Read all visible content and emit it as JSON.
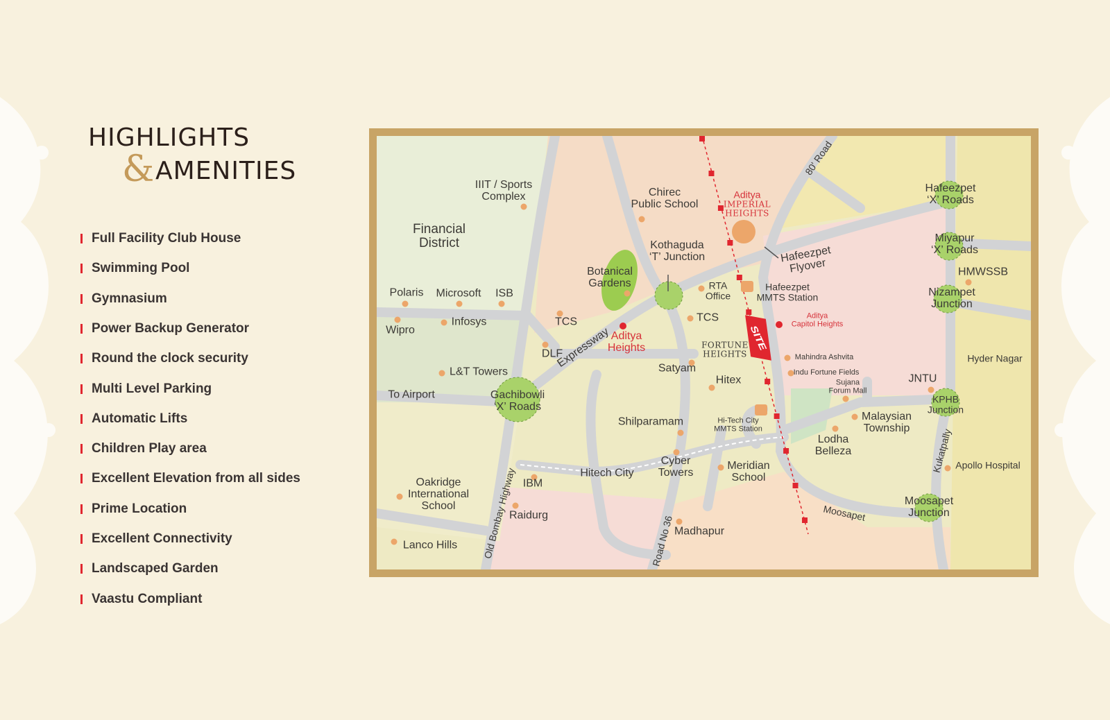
{
  "heading": {
    "line1": "HIGHLIGHTS",
    "ampersand": "&",
    "line2": "AMENITIES"
  },
  "highlights": [
    "Full Facility Club House",
    "Swimming Pool",
    "Gymnasium",
    "Power Backup Generator",
    "Round the clock security",
    "Multi Level Parking",
    "Automatic Lifts",
    "Children Play area",
    "Excellent Elevation from all sides",
    "Prime Location",
    "Excellent Connectivity",
    "Landscaped Garden",
    "Vaastu Compliant"
  ],
  "colors": {
    "accent_red": "#e0262f",
    "gold": "#c8a466",
    "background": "#f8f1de",
    "road": "#d2d3d5",
    "junction": "#a9d26a",
    "poi": "#eca66a"
  },
  "map": {
    "site_badge": "SITE",
    "labels": [
      {
        "text": "Financial\nDistrict",
        "kind": "area"
      },
      {
        "text": "IIIT / Sports\nComplex",
        "kind": "place"
      },
      {
        "text": "Chirec\nPublic School",
        "kind": "place"
      },
      {
        "text": "Aditya",
        "kind": "project"
      },
      {
        "text": "IMPERIAL\nHEIGHTS",
        "kind": "project-logo"
      },
      {
        "text": "Kothaguda\n‘T’ Junction",
        "kind": "junction"
      },
      {
        "text": "Hafeezpet\nFlyover",
        "kind": "road"
      },
      {
        "text": "80' Road",
        "kind": "road"
      },
      {
        "text": "Hafeezpet\n‘X’ Roads",
        "kind": "junction"
      },
      {
        "text": "Miyapur\n‘X’ Roads",
        "kind": "junction"
      },
      {
        "text": "HMWSSB",
        "kind": "place"
      },
      {
        "text": "Nizampet\nJunction",
        "kind": "junction"
      },
      {
        "text": "Hyder Nagar",
        "kind": "area"
      },
      {
        "text": "Botanical\nGardens",
        "kind": "place"
      },
      {
        "text": "RTA\nOffice",
        "kind": "place"
      },
      {
        "text": "Hafeezpet\nMMTS Station",
        "kind": "station"
      },
      {
        "text": "Aditya\nCapitol Heights",
        "kind": "project"
      },
      {
        "text": "Polaris",
        "kind": "place"
      },
      {
        "text": "Microsoft",
        "kind": "place"
      },
      {
        "text": "ISB",
        "kind": "place"
      },
      {
        "text": "Wipro",
        "kind": "place"
      },
      {
        "text": "Infosys",
        "kind": "place"
      },
      {
        "text": "TCS",
        "kind": "place"
      },
      {
        "text": "DLF",
        "kind": "place"
      },
      {
        "text": "Expressway",
        "kind": "road"
      },
      {
        "text": "Aditya\nHeights",
        "kind": "project"
      },
      {
        "text": "TCS",
        "kind": "place"
      },
      {
        "text": "FORTUNE\nHEIGHTS",
        "kind": "project-logo"
      },
      {
        "text": "Mahindra Ashvita",
        "kind": "place"
      },
      {
        "text": "Indu Fortune Fields",
        "kind": "place"
      },
      {
        "text": "Sujana\nForum Mall",
        "kind": "place"
      },
      {
        "text": "Satyam",
        "kind": "place"
      },
      {
        "text": "Hitex",
        "kind": "place"
      },
      {
        "text": "L&T Towers",
        "kind": "place"
      },
      {
        "text": "To Airport",
        "kind": "road"
      },
      {
        "text": "Gachibowli\n‘X’ Roads",
        "kind": "junction"
      },
      {
        "text": "JNTU",
        "kind": "place"
      },
      {
        "text": "KPHB\nJunction",
        "kind": "junction"
      },
      {
        "text": "Malaysian\nTownship",
        "kind": "place"
      },
      {
        "text": "Lodha\nBelleza",
        "kind": "place"
      },
      {
        "text": "Shilparamam",
        "kind": "place"
      },
      {
        "text": "Hi-Tech City\nMMTS Station",
        "kind": "station"
      },
      {
        "text": "Kukatpally",
        "kind": "road"
      },
      {
        "text": "Apollo Hospital",
        "kind": "place"
      },
      {
        "text": "Cyber\nTowers",
        "kind": "place"
      },
      {
        "text": "Meridian\nSchool",
        "kind": "place"
      },
      {
        "text": "Hitech City",
        "kind": "road"
      },
      {
        "text": "IBM",
        "kind": "place"
      },
      {
        "text": "Old Bombay Highway",
        "kind": "road"
      },
      {
        "text": "Oakridge\nInternational\nSchool",
        "kind": "place"
      },
      {
        "text": "Raidurg",
        "kind": "place"
      },
      {
        "text": "Road No 36",
        "kind": "road"
      },
      {
        "text": "Madhapur",
        "kind": "area"
      },
      {
        "text": "Moosapet",
        "kind": "road"
      },
      {
        "text": "Moosapet\nJunction",
        "kind": "junction"
      },
      {
        "text": "Lanco Hills",
        "kind": "place"
      }
    ]
  }
}
